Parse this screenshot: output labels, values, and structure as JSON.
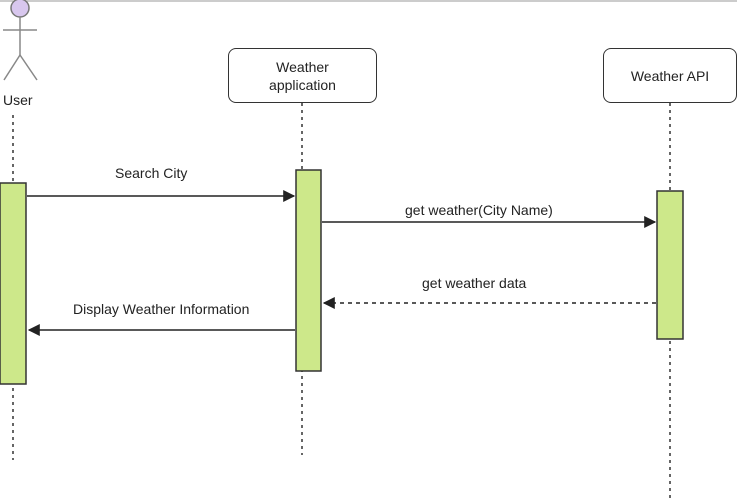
{
  "actors": {
    "user": {
      "label": "User"
    },
    "weather_app": {
      "label_line1": "Weather",
      "label_line2": "application"
    },
    "weather_api": {
      "label": "Weather API"
    }
  },
  "messages": {
    "search_city": "Search City",
    "get_weather": "get weather(City Name)",
    "get_weather_data": "get weather data",
    "display_info": "Display Weather Information"
  },
  "colors": {
    "activation_fill": "#cde88a",
    "line": "#222222",
    "actor_head": "#d8c7ee"
  }
}
